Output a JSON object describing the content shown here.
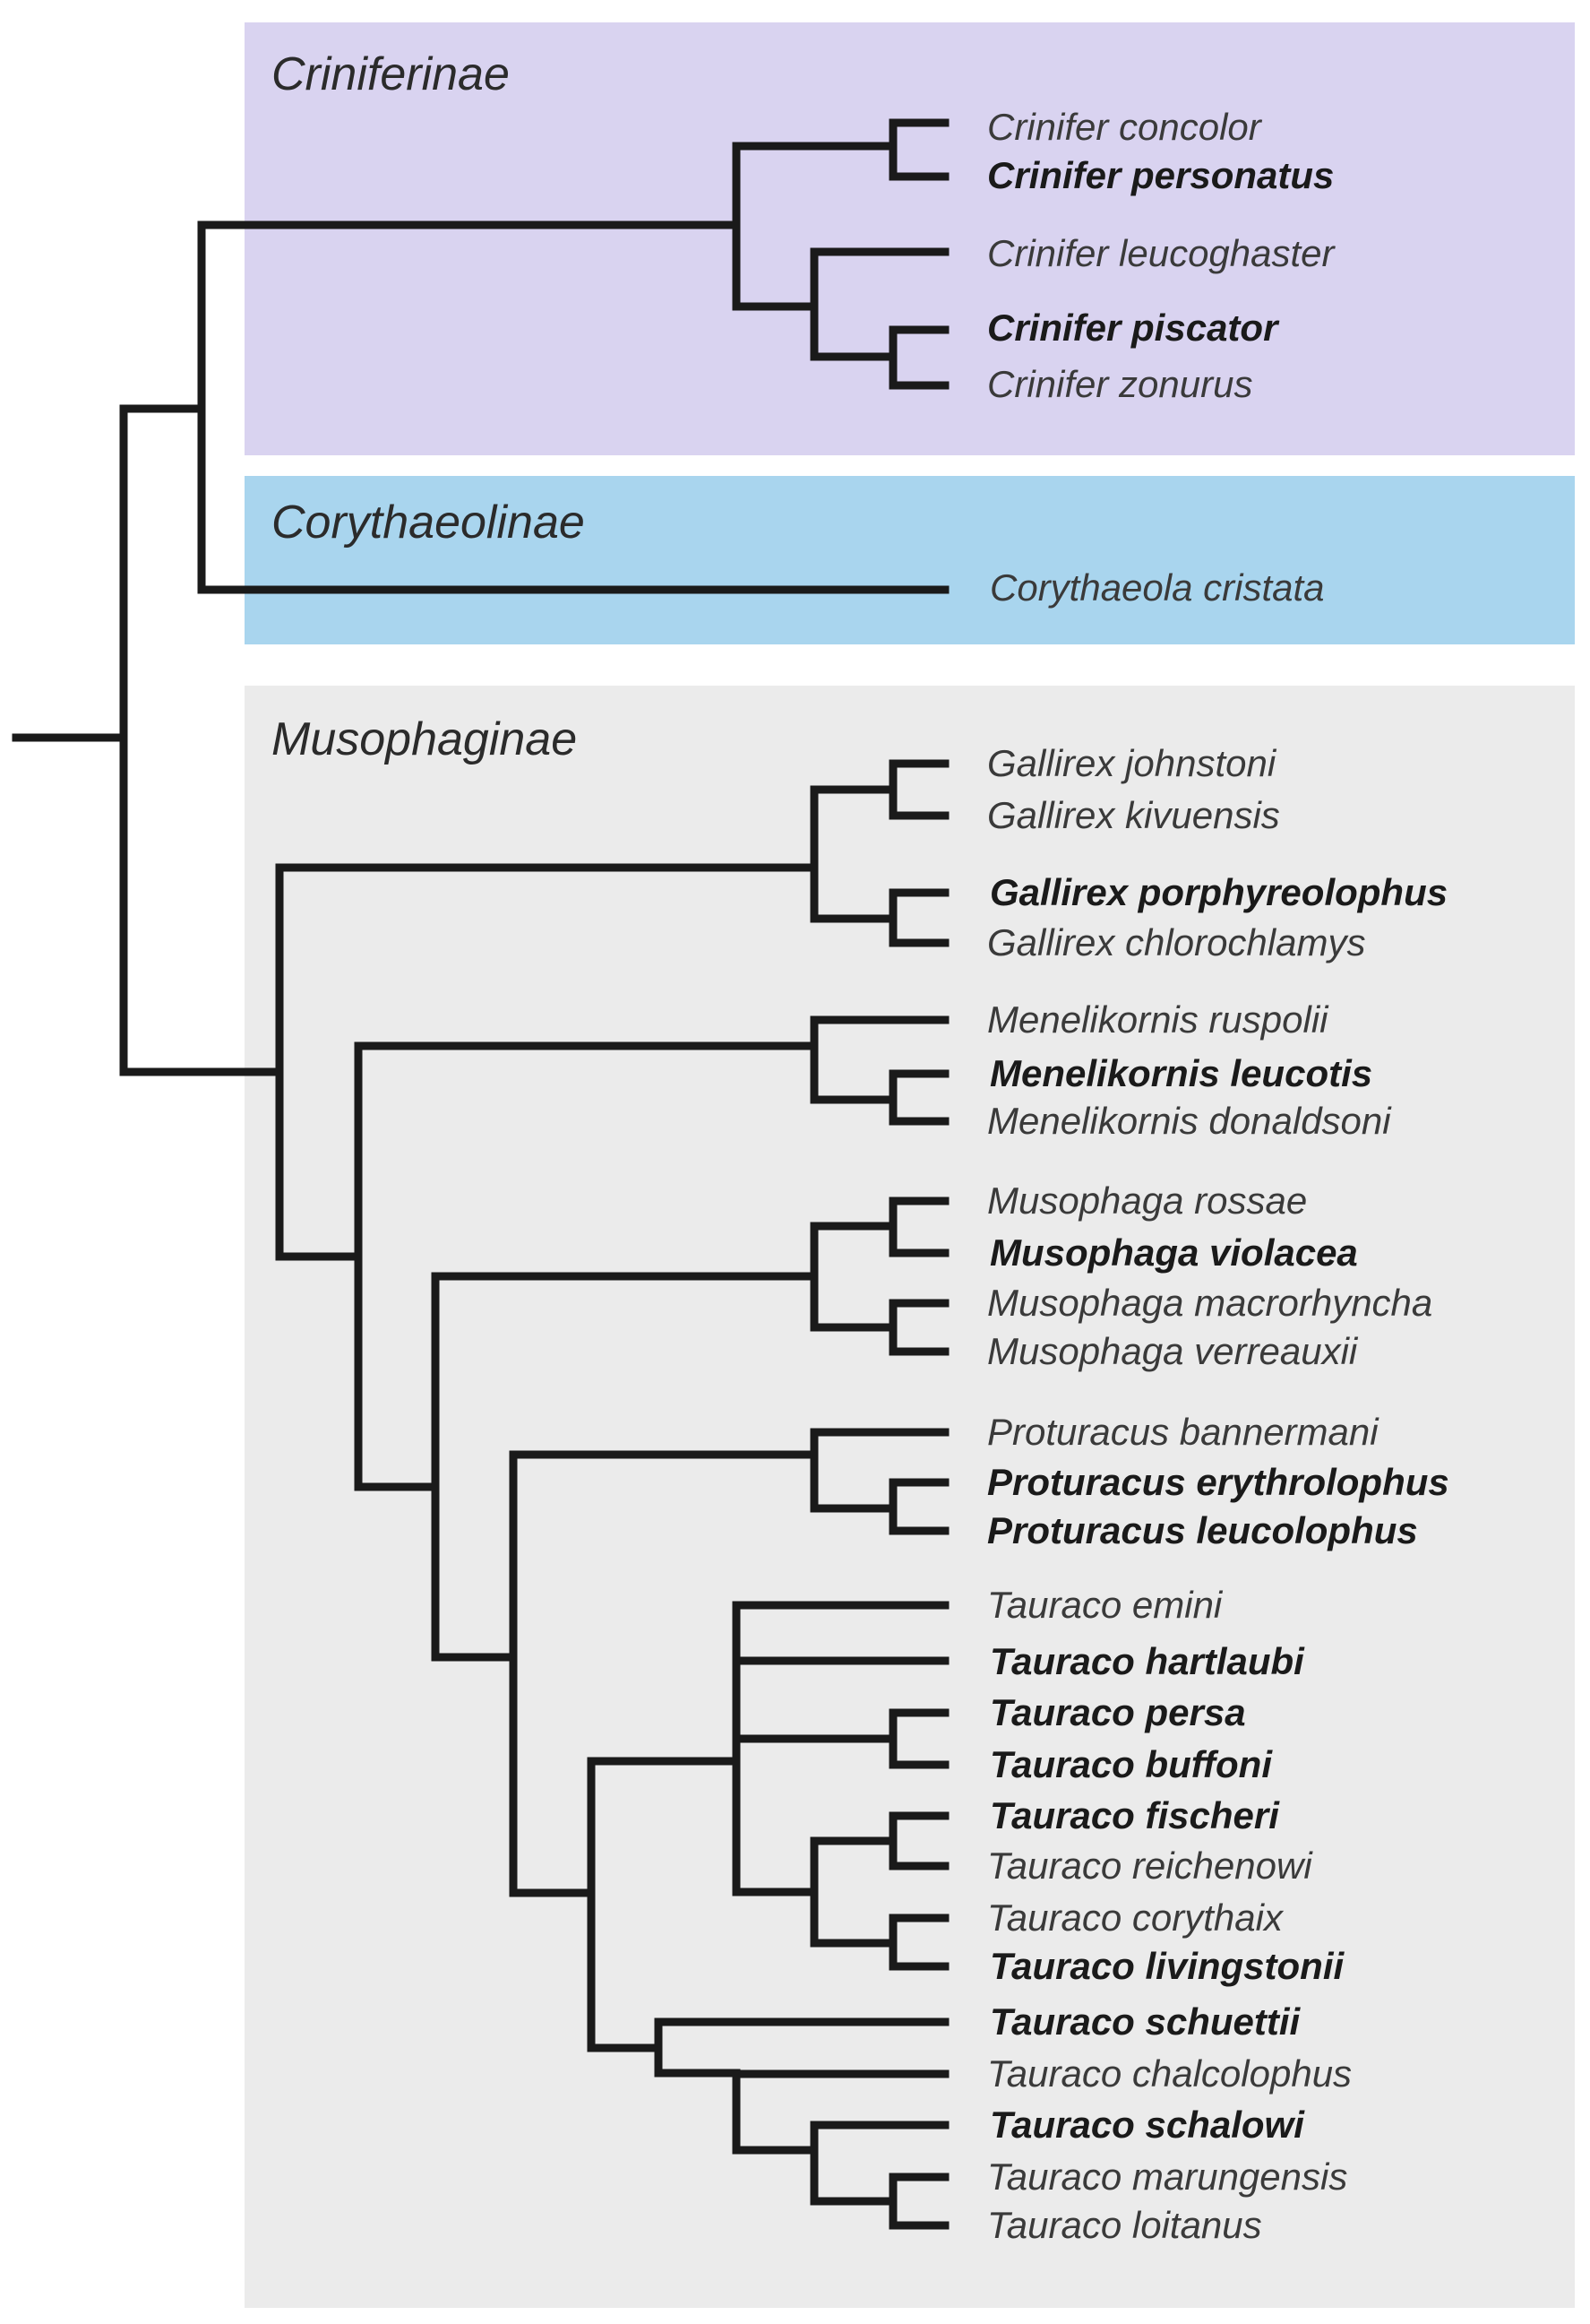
{
  "colors": {
    "criniferinae_bg": "#d9d3f0",
    "corythaeolinae_bg": "#a9d5ee",
    "musophaginae_bg": "#ebebeb",
    "branch": "#1a1a1a"
  },
  "clades": [
    {
      "id": "criniferinae",
      "label": "Criniferinae"
    },
    {
      "id": "corythaeolinae",
      "label": "Corythaeolinae"
    },
    {
      "id": "musophaginae",
      "label": "Musophaginae"
    }
  ],
  "taxa": [
    {
      "id": "crinifer-concolor",
      "label": "Crinifer concolor",
      "bold": false
    },
    {
      "id": "crinifer-personatus",
      "label": "Crinifer personatus",
      "bold": true
    },
    {
      "id": "crinifer-leucoghaster",
      "label": "Crinifer leucoghaster",
      "bold": false
    },
    {
      "id": "crinifer-piscator",
      "label": "Crinifer piscator",
      "bold": true
    },
    {
      "id": "crinifer-zonurus",
      "label": "Crinifer zonurus",
      "bold": false
    },
    {
      "id": "corythaeola-cristata",
      "label": "Corythaeola cristata",
      "bold": false
    },
    {
      "id": "gallirex-johnstoni",
      "label": "Gallirex johnstoni",
      "bold": false
    },
    {
      "id": "gallirex-kivuensis",
      "label": "Gallirex kivuensis",
      "bold": false
    },
    {
      "id": "gallirex-porphyreolophus",
      "label": "Gallirex porphyreolophus",
      "bold": true
    },
    {
      "id": "gallirex-chlorochlamys",
      "label": "Gallirex chlorochlamys",
      "bold": false
    },
    {
      "id": "menelikornis-ruspolii",
      "label": "Menelikornis ruspolii",
      "bold": false
    },
    {
      "id": "menelikornis-leucotis",
      "label": "Menelikornis leucotis",
      "bold": true
    },
    {
      "id": "menelikornis-donaldsoni",
      "label": "Menelikornis donaldsoni",
      "bold": false
    },
    {
      "id": "musophaga-rossae",
      "label": "Musophaga rossae",
      "bold": false
    },
    {
      "id": "musophaga-violacea",
      "label": "Musophaga violacea",
      "bold": true
    },
    {
      "id": "musophaga-macrorhyncha",
      "label": "Musophaga macrorhyncha",
      "bold": false
    },
    {
      "id": "musophaga-verreauxii",
      "label": "Musophaga verreauxii",
      "bold": false
    },
    {
      "id": "proturacus-bannermani",
      "label": "Proturacus bannermani",
      "bold": false
    },
    {
      "id": "proturacus-erythrolophus",
      "label": "Proturacus erythrolophus",
      "bold": true
    },
    {
      "id": "proturacus-leucolophus",
      "label": "Proturacus leucolophus",
      "bold": true
    },
    {
      "id": "tauraco-emini",
      "label": "Tauraco emini",
      "bold": false
    },
    {
      "id": "tauraco-hartlaubi",
      "label": "Tauraco hartlaubi",
      "bold": true
    },
    {
      "id": "tauraco-persa",
      "label": "Tauraco persa",
      "bold": true
    },
    {
      "id": "tauraco-buffoni",
      "label": "Tauraco buffoni",
      "bold": true
    },
    {
      "id": "tauraco-fischeri",
      "label": "Tauraco fischeri",
      "bold": true
    },
    {
      "id": "tauraco-reichenowi",
      "label": "Tauraco reichenowi",
      "bold": false
    },
    {
      "id": "tauraco-corythaix",
      "label": "Tauraco corythaix",
      "bold": false
    },
    {
      "id": "tauraco-livingstonii",
      "label": "Tauraco livingstonii",
      "bold": true
    },
    {
      "id": "tauraco-schuettii",
      "label": "Tauraco schuettii",
      "bold": true
    },
    {
      "id": "tauraco-chalcolophus",
      "label": "Tauraco chalcolophus",
      "bold": false
    },
    {
      "id": "tauraco-schalowi",
      "label": "Tauraco schalowi",
      "bold": true
    },
    {
      "id": "tauraco-marungensis",
      "label": "Tauraco marungensis",
      "bold": false
    },
    {
      "id": "tauraco-loitanus",
      "label": "Tauraco loitanus",
      "bold": false
    }
  ]
}
